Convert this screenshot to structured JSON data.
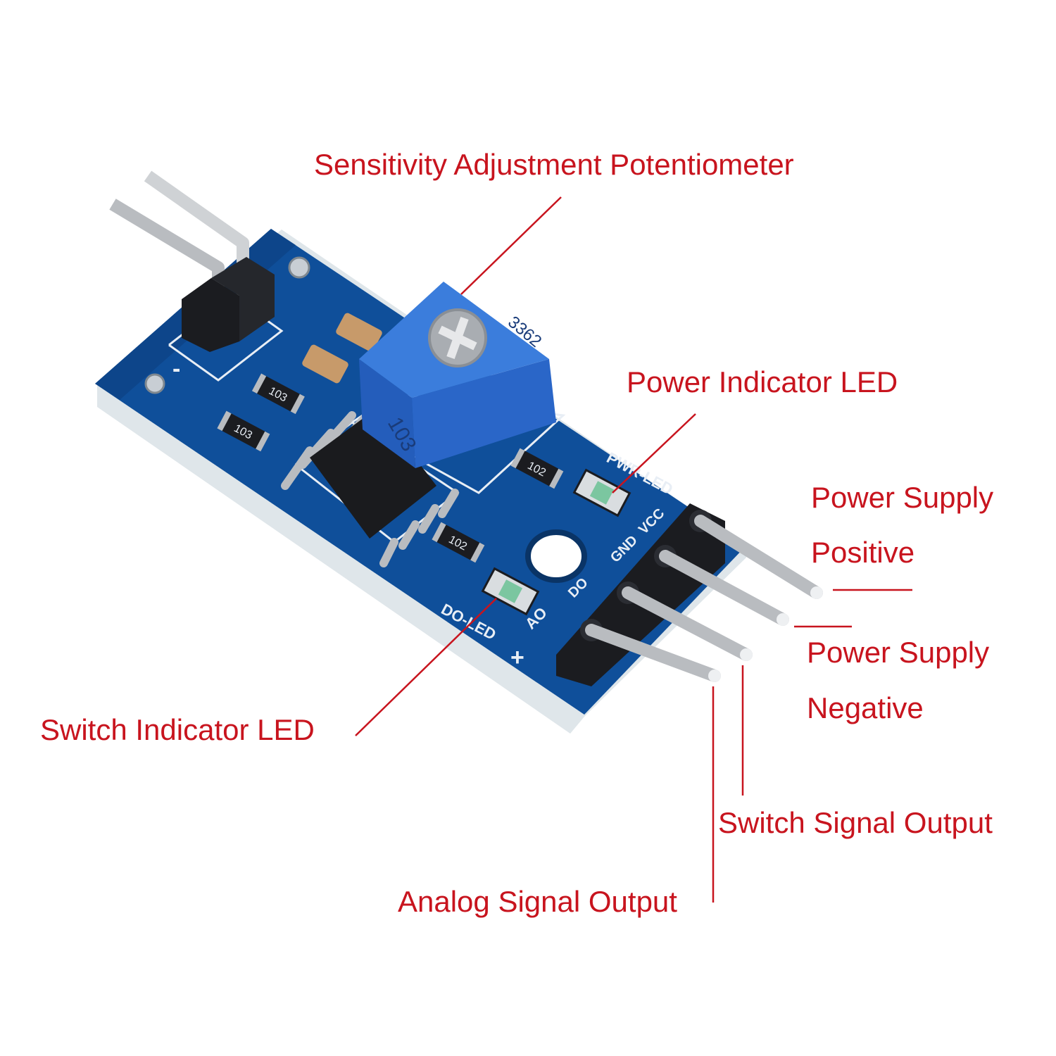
{
  "colors": {
    "label": "#c8141e",
    "pcb": "#0f4f9a",
    "pcb_dark": "#0a3466",
    "pcb_edge": "#dfe6ea",
    "potentiometer": "#2f6fd0",
    "header_plastic": "#1b1c20",
    "pin_metal": "#b9bcc0",
    "silkscreen": "#e8eef5"
  },
  "callouts": {
    "potentiometer": "Sensitivity Adjustment Potentiometer",
    "power_led": "Power Indicator LED",
    "power_positive_line1": "Power Supply",
    "power_positive_line2": "Positive",
    "power_negative_line1": "Power Supply",
    "power_negative_line2": "Negative",
    "switch_output": "Switch Signal Output",
    "analog_output": "Analog Signal Output",
    "switch_led": "Switch Indicator LED"
  },
  "board_markings": {
    "pot_code_front": "103",
    "pot_code_side": "3362",
    "resistor_103a": "103",
    "resistor_103b": "103",
    "resistor_102a": "102",
    "resistor_102b": "102",
    "pwr_led": "PWR-LED",
    "do_led": "DO-LED",
    "pin_vcc": "VCC",
    "pin_gnd": "GND",
    "pin_do": "DO",
    "pin_ao": "AO",
    "minus": "-",
    "plus": "+"
  },
  "icons": {
    "potentiometer": "trimmer-potentiometer-icon",
    "header": "pin-header-icon",
    "chip": "ic-chip-icon",
    "led": "smd-led-icon"
  }
}
